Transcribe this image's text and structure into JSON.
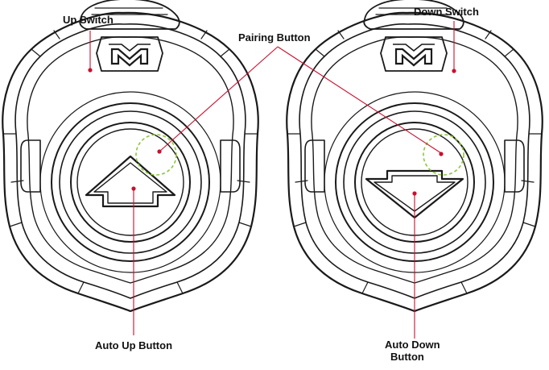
{
  "labels": {
    "up_switch": "Up Switch",
    "down_switch": "Down Switch",
    "pairing_button": "Pairing Button",
    "auto_up_button": "Auto Up Button",
    "auto_down_line1": "Auto Down",
    "auto_down_line2": "Button"
  },
  "colors": {
    "leader": "#c8102e",
    "pairing_highlight": "#8dc63f",
    "outline": "#1a1a1a"
  },
  "icons": {
    "logo": "stylized-m-logo",
    "up_arrow": "up-arrow",
    "down_arrow": "down-arrow"
  }
}
